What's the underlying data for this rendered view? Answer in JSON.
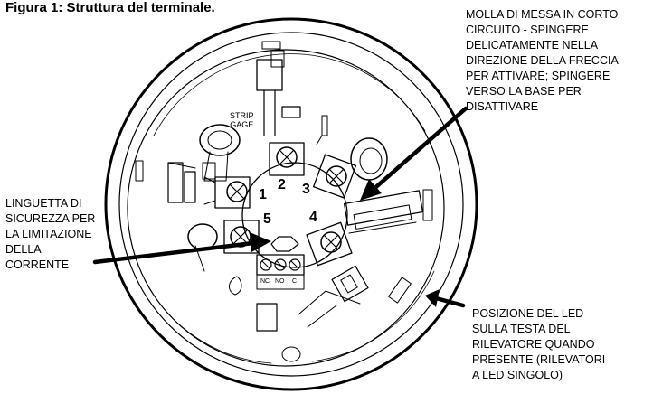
{
  "title": "Figura 1:  Struttura del terminale.",
  "callouts": {
    "short_spring": "MOLLA DI MESSA IN CORTO\nCIRCUITO - SPINGERE\nDELICATAMENTE NELLA\nDIREZIONE DELLA FRECCIA\nPER ATTIVARE; SPINGERE\nVERSO LA BASE PER\nDISATTIVARE",
    "safety_tab": "LINGUETTA DI\nSICUREZZA PER\nLA LIMITAZIONE\nDELLA\nCORRENTE",
    "led_position": "POSIZIONE DEL LED\nSULLA TESTA DEL\nRILEVATORE QUANDO\nPRESENTE (RILEVATORI\nA LED SINGOLO)"
  },
  "labels": {
    "strip_gage": "STRIP\nGAGE",
    "terminal_nc": "NC",
    "terminal_no": "NO",
    "terminal_c": "C",
    "terminal_1": "1",
    "terminal_2": "2",
    "terminal_3": "3",
    "terminal_4": "4",
    "terminal_5": "5"
  }
}
